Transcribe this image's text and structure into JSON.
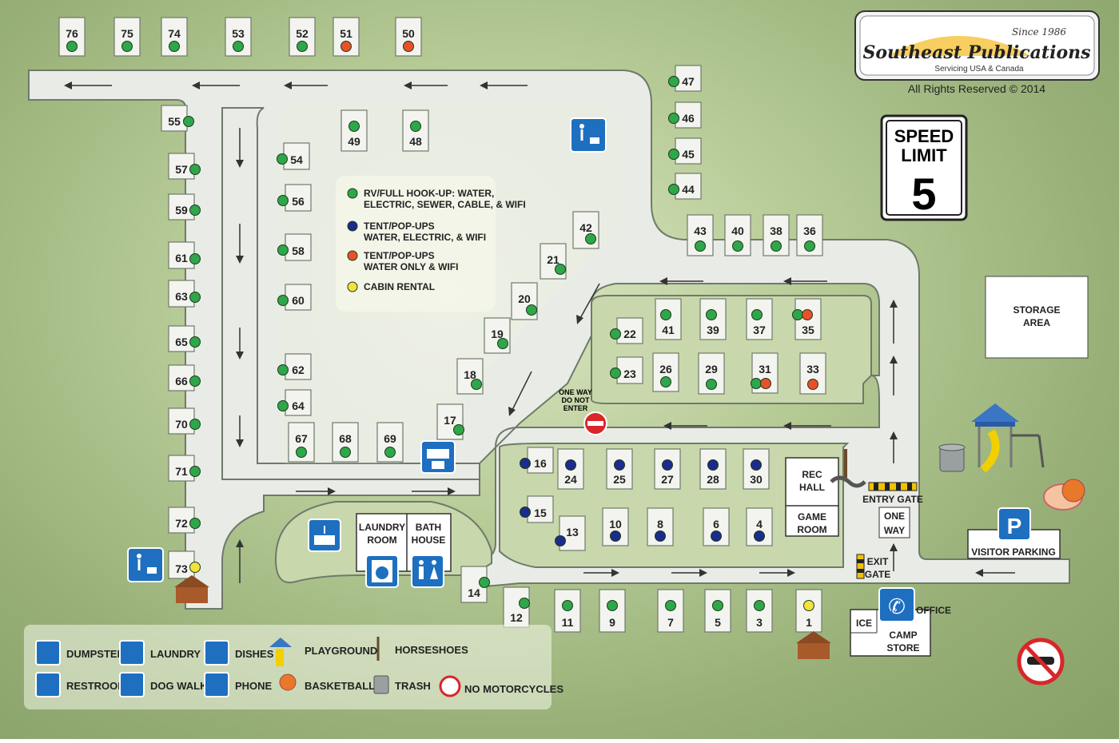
{
  "logo": {
    "since": "Since 1986",
    "name": "Southeast Publications",
    "tagline": "Servicing USA & Canada",
    "rights": "All Rights Reserved © 2014"
  },
  "speed_sign": {
    "line1": "SPEED",
    "line2": "LIMIT",
    "value": "5"
  },
  "hookup_legend": [
    {
      "color": "#2fa64a",
      "lines": [
        "RV/FULL HOOK-UP: WATER,",
        "ELECTRIC, SEWER, CABLE, & WIFI"
      ]
    },
    {
      "color": "#1c2c8c",
      "lines": [
        "TENT/POP-UPS",
        "WATER, ELECTRIC, & WIFI"
      ]
    },
    {
      "color": "#e8502a",
      "lines": [
        "TENT/POP-UPS",
        "WATER ONLY & WIFI"
      ]
    },
    {
      "color": "#f2e23a",
      "lines": [
        "CABIN RENTAL"
      ]
    }
  ],
  "buildings": {
    "storage": [
      "STORAGE",
      "AREA"
    ],
    "rec_hall": [
      "REC",
      "HALL"
    ],
    "game_room": [
      "GAME",
      "ROOM"
    ],
    "laundry_room": [
      "LAUNDRY",
      "ROOM"
    ],
    "bath_house": [
      "BATH",
      "HOUSE"
    ],
    "camp_store": [
      "CAMP",
      "STORE"
    ],
    "ice": "ICE",
    "office": "OFFICE",
    "visitor_parking": "VISITOR PARKING",
    "entry_gate": "ENTRY GATE",
    "exit_gate": [
      "EXIT",
      "GATE"
    ],
    "one_way": [
      "ONE",
      "WAY"
    ],
    "do_not_enter": [
      "ONE WAY",
      "DO NOT",
      "ENTER"
    ]
  },
  "sites": [
    {
      "n": "76",
      "c": "green"
    },
    {
      "n": "75",
      "c": "green"
    },
    {
      "n": "74",
      "c": "green"
    },
    {
      "n": "53",
      "c": "green"
    },
    {
      "n": "52",
      "c": "green"
    },
    {
      "n": "51",
      "c": "red"
    },
    {
      "n": "50",
      "c": "red"
    },
    {
      "n": "47",
      "c": "green"
    },
    {
      "n": "46",
      "c": "green"
    },
    {
      "n": "45",
      "c": "green"
    },
    {
      "n": "44",
      "c": "green"
    },
    {
      "n": "49",
      "c": "green"
    },
    {
      "n": "48",
      "c": "green"
    },
    {
      "n": "55",
      "c": "green"
    },
    {
      "n": "54",
      "c": "green"
    },
    {
      "n": "57",
      "c": "green"
    },
    {
      "n": "56",
      "c": "green"
    },
    {
      "n": "59",
      "c": "green"
    },
    {
      "n": "58",
      "c": "green"
    },
    {
      "n": "61",
      "c": "green"
    },
    {
      "n": "60",
      "c": "green"
    },
    {
      "n": "63",
      "c": "green"
    },
    {
      "n": "65",
      "c": "green"
    },
    {
      "n": "62",
      "c": "green"
    },
    {
      "n": "66",
      "c": "green"
    },
    {
      "n": "64",
      "c": "green"
    },
    {
      "n": "70",
      "c": "green"
    },
    {
      "n": "71",
      "c": "green"
    },
    {
      "n": "72",
      "c": "green"
    },
    {
      "n": "73",
      "c": "yellow"
    },
    {
      "n": "67",
      "c": "green"
    },
    {
      "n": "68",
      "c": "green"
    },
    {
      "n": "69",
      "c": "green"
    },
    {
      "n": "42",
      "c": "green"
    },
    {
      "n": "21",
      "c": "green"
    },
    {
      "n": "20",
      "c": "green"
    },
    {
      "n": "19",
      "c": "green"
    },
    {
      "n": "18",
      "c": "green"
    },
    {
      "n": "17",
      "c": "green"
    },
    {
      "n": "43",
      "c": "green"
    },
    {
      "n": "40",
      "c": "green"
    },
    {
      "n": "38",
      "c": "green"
    },
    {
      "n": "36",
      "c": "green"
    },
    {
      "n": "41",
      "c": "green"
    },
    {
      "n": "39",
      "c": "green"
    },
    {
      "n": "37",
      "c": "green"
    },
    {
      "n": "35",
      "c": "green+red"
    },
    {
      "n": "22",
      "c": "green"
    },
    {
      "n": "23",
      "c": "green"
    },
    {
      "n": "26",
      "c": "green"
    },
    {
      "n": "29",
      "c": "green"
    },
    {
      "n": "31",
      "c": "green+red"
    },
    {
      "n": "33",
      "c": "red"
    },
    {
      "n": "16",
      "c": "blue"
    },
    {
      "n": "15",
      "c": "blue"
    },
    {
      "n": "24",
      "c": "blue"
    },
    {
      "n": "25",
      "c": "blue"
    },
    {
      "n": "27",
      "c": "blue"
    },
    {
      "n": "28",
      "c": "blue"
    },
    {
      "n": "30",
      "c": "blue"
    },
    {
      "n": "13",
      "c": "blue"
    },
    {
      "n": "10",
      "c": "blue"
    },
    {
      "n": "8",
      "c": "blue"
    },
    {
      "n": "6",
      "c": "blue"
    },
    {
      "n": "4",
      "c": "blue"
    },
    {
      "n": "14",
      "c": "green"
    },
    {
      "n": "12",
      "c": "green"
    },
    {
      "n": "11",
      "c": "green"
    },
    {
      "n": "9",
      "c": "green"
    },
    {
      "n": "7",
      "c": "green"
    },
    {
      "n": "5",
      "c": "green"
    },
    {
      "n": "3",
      "c": "green"
    },
    {
      "n": "1",
      "c": "yellow"
    }
  ],
  "icon_legend": [
    {
      "icon": "dumpster-icon",
      "label": "DUMPSTER"
    },
    {
      "icon": "laundry-icon",
      "label": "LAUNDRY"
    },
    {
      "icon": "dishes-icon",
      "label": "DISHES"
    },
    {
      "icon": "playground-icon",
      "label": "PLAYGROUND"
    },
    {
      "icon": "horseshoes-icon",
      "label": "HORSESHOES"
    },
    {
      "icon": "restroom-icon",
      "label": "RESTROOM"
    },
    {
      "icon": "dog-walk-icon",
      "label": "DOG WALK"
    },
    {
      "icon": "phone-icon",
      "label": "PHONE"
    },
    {
      "icon": "basketball-icon",
      "label": "BASKETBALL"
    },
    {
      "icon": "trash-icon",
      "label": "TRASH"
    },
    {
      "icon": "no-motorcycles-icon",
      "label": "NO MOTORCYCLES"
    }
  ],
  "colors": {
    "green": "#2fa64a",
    "blue": "#1c2c8c",
    "red": "#e8502a",
    "yellow": "#f2e23a",
    "sign_blue": "#1e6fc0"
  }
}
